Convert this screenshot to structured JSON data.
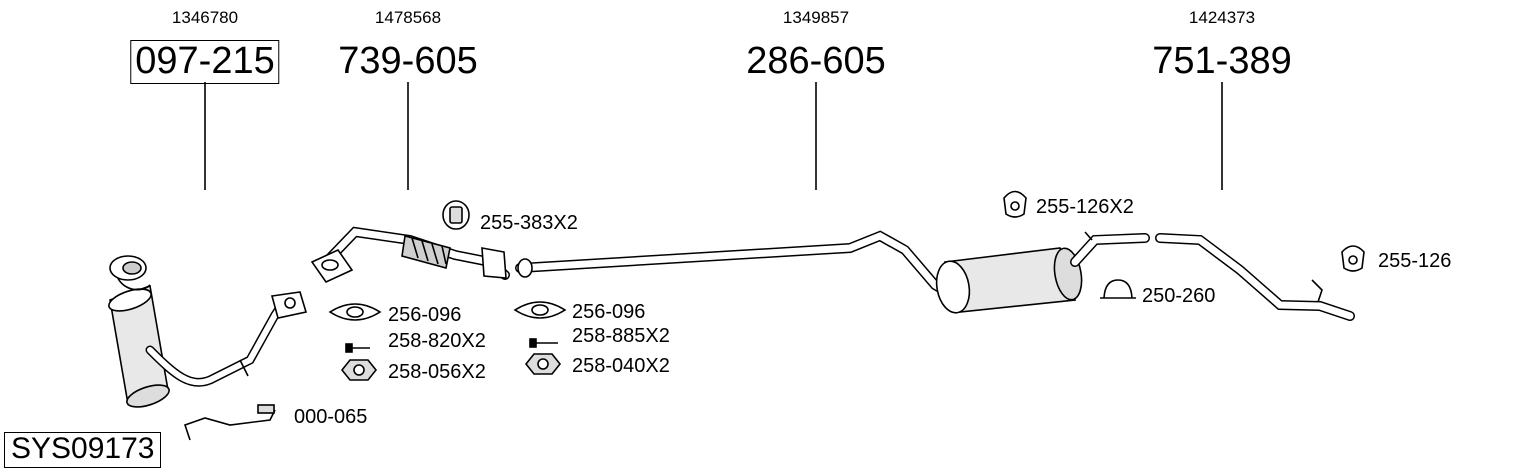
{
  "system_code": "SYS09173",
  "parts": [
    {
      "oem": "1346780",
      "number": "097-215",
      "highlighted": true
    },
    {
      "oem": "1478568",
      "number": "739-605",
      "highlighted": false
    },
    {
      "oem": "1349857",
      "number": "286-605",
      "highlighted": false
    },
    {
      "oem": "1424373",
      "number": "751-389",
      "highlighted": false
    }
  ],
  "accessories": [
    {
      "code": "255-383X2",
      "icon": "rubber-hanger-icon"
    },
    {
      "code": "256-096",
      "icon": "gasket-icon"
    },
    {
      "code": "258-820X2",
      "icon": "bolt-icon"
    },
    {
      "code": "258-056X2",
      "icon": "nut-icon"
    },
    {
      "code": "256-096",
      "icon": "gasket-icon"
    },
    {
      "code": "258-885X2",
      "icon": "bolt-icon"
    },
    {
      "code": "258-040X2",
      "icon": "nut-icon"
    },
    {
      "code": "000-065",
      "icon": "sensor-pipe-icon"
    },
    {
      "code": "255-126X2",
      "icon": "rubber-hanger-icon"
    },
    {
      "code": "250-260",
      "icon": "clamp-icon"
    },
    {
      "code": "255-126",
      "icon": "rubber-hanger-icon"
    }
  ],
  "colors": {
    "line": "#000000",
    "fill": "#ffffff",
    "shade": "#d9d9d9"
  }
}
